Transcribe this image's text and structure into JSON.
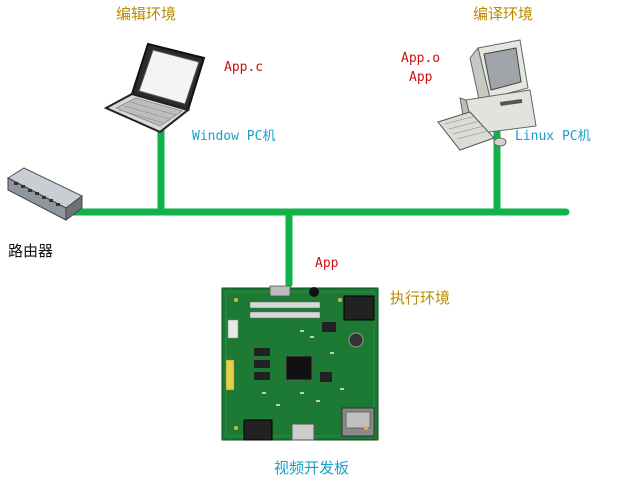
{
  "nodes": {
    "editor": {
      "title": "编辑环境",
      "file": "App.c",
      "name": "Window PC机"
    },
    "compiler": {
      "title": "编译环境",
      "file1": "App.o",
      "file2": "App",
      "name": "Linux PC机"
    },
    "router": {
      "name": "路由器"
    },
    "board": {
      "file": "App",
      "title": "执行环境",
      "name": "视频开发板"
    }
  },
  "colors": {
    "network": "#12b24a",
    "gold": "#b88a00",
    "red": "#cc1111",
    "cyan": "#1a9ec7",
    "pcb": "#1c7a35"
  }
}
